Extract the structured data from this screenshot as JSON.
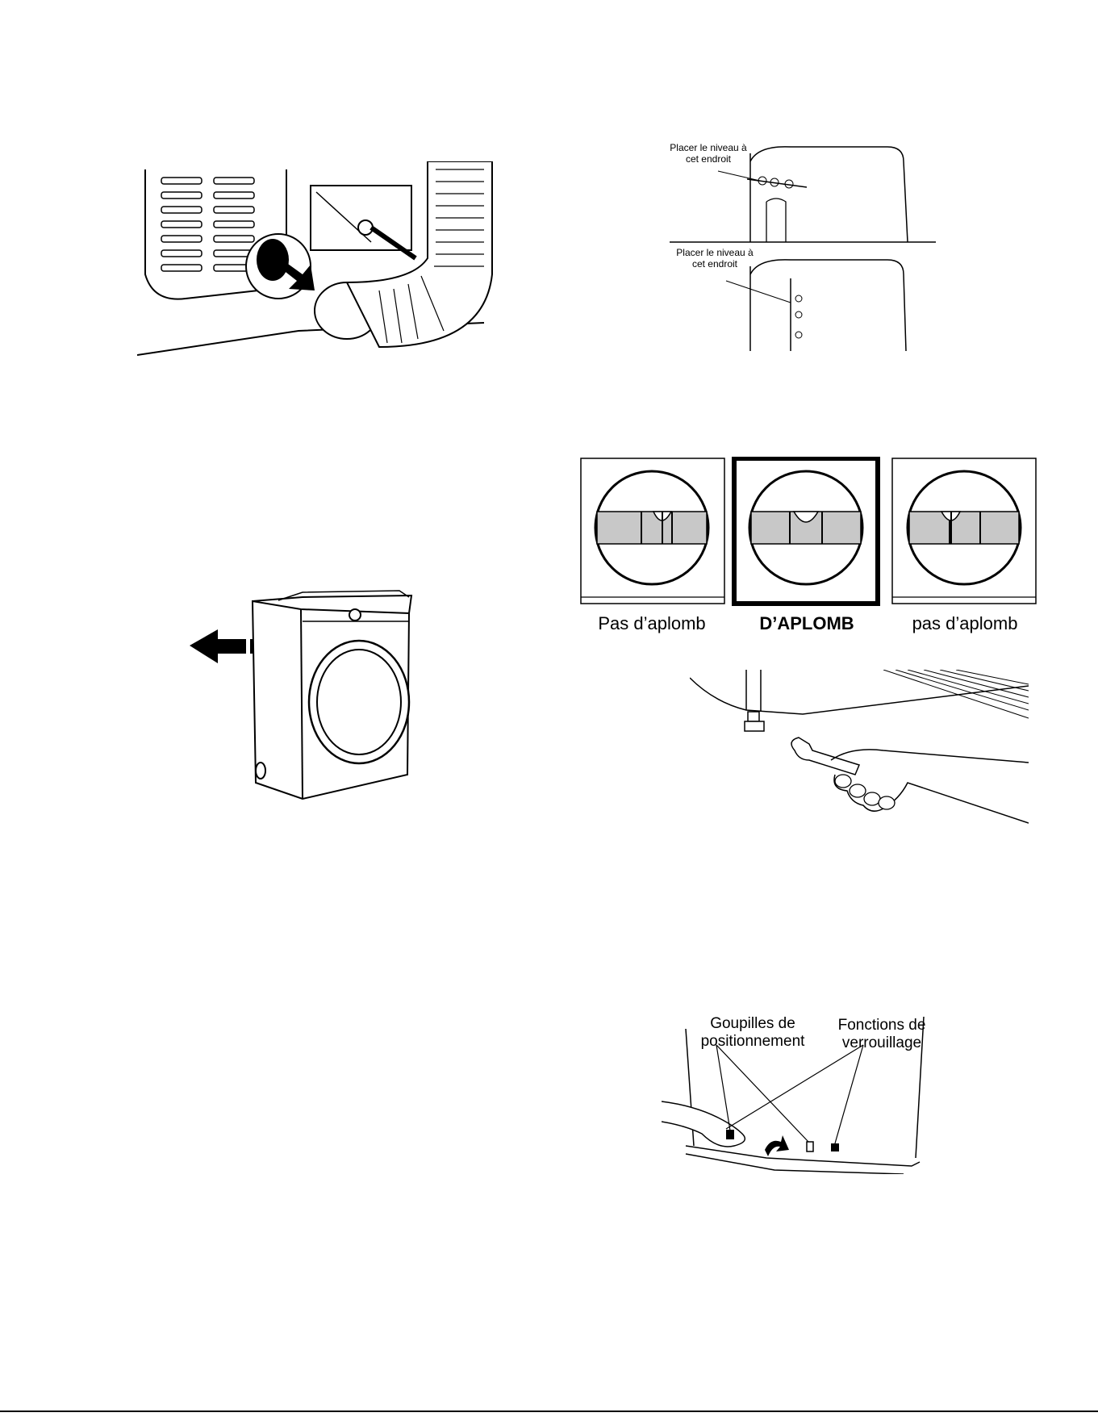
{
  "level_placement": {
    "label_top": "Placer le niveau à\ncet endroit",
    "label_bottom": "Placer le niveau à\ncet endroit"
  },
  "level_indicators": [
    {
      "label": "Pas d’aplomb",
      "bold": false
    },
    {
      "label": "D’APLOMB",
      "bold": true
    },
    {
      "label": "pas d’aplomb",
      "bold": false
    }
  ],
  "pedestal": {
    "label_pins": "Goupilles de\npositionnement",
    "label_locks": "Fonctions de\nverrouillage"
  }
}
